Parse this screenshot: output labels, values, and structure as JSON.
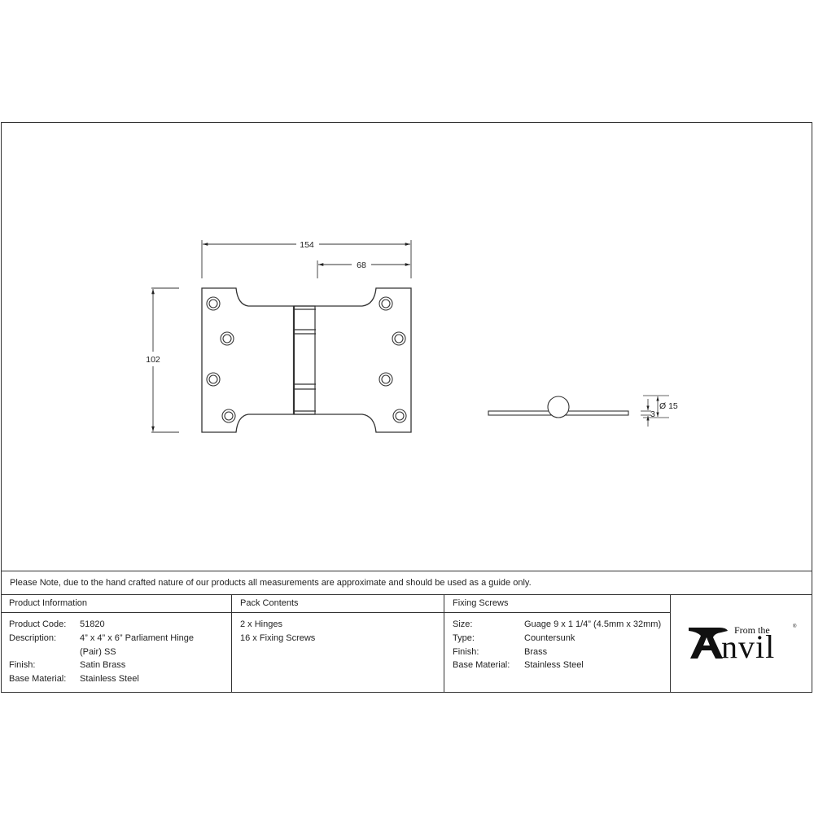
{
  "drawing": {
    "front_view": {
      "dimensions": {
        "overall_width": "154",
        "leaf_width": "68",
        "height": "102"
      },
      "screw_holes": 8
    },
    "side_view": {
      "dimensions": {
        "knuckle_diameter": "Ø 15",
        "leaf_thickness": "3"
      }
    }
  },
  "note": "Please Note, due to the hand crafted nature of our products all measurements are approximate and should be used as a guide only.",
  "product_information": {
    "heading": "Product Information",
    "rows": [
      {
        "key": "Product Code:",
        "value": "51820"
      },
      {
        "key": "Description:",
        "value": "4” x 4” x 6” Parliament Hinge (Pair) SS"
      },
      {
        "key": "Finish:",
        "value": "Satin Brass"
      },
      {
        "key": "Base Material:",
        "value": "Stainless Steel"
      }
    ]
  },
  "pack_contents": {
    "heading": "Pack Contents",
    "items": [
      "2 x Hinges",
      "16 x Fixing Screws"
    ]
  },
  "fixing_screws": {
    "heading": "Fixing Screws",
    "rows": [
      {
        "key": "Size:",
        "value": "Guage 9 x 1 1/4” (4.5mm x 32mm)"
      },
      {
        "key": "Type:",
        "value": "Countersunk"
      },
      {
        "key": "Finish:",
        "value": "Brass"
      },
      {
        "key": "Base Material:",
        "value": "Stainless Steel"
      }
    ]
  },
  "logo": {
    "from_the": "From the",
    "initial": "A",
    "rest": "nvil",
    "registered": "®"
  },
  "colors": {
    "line": "#333333",
    "background": "#ffffff"
  }
}
